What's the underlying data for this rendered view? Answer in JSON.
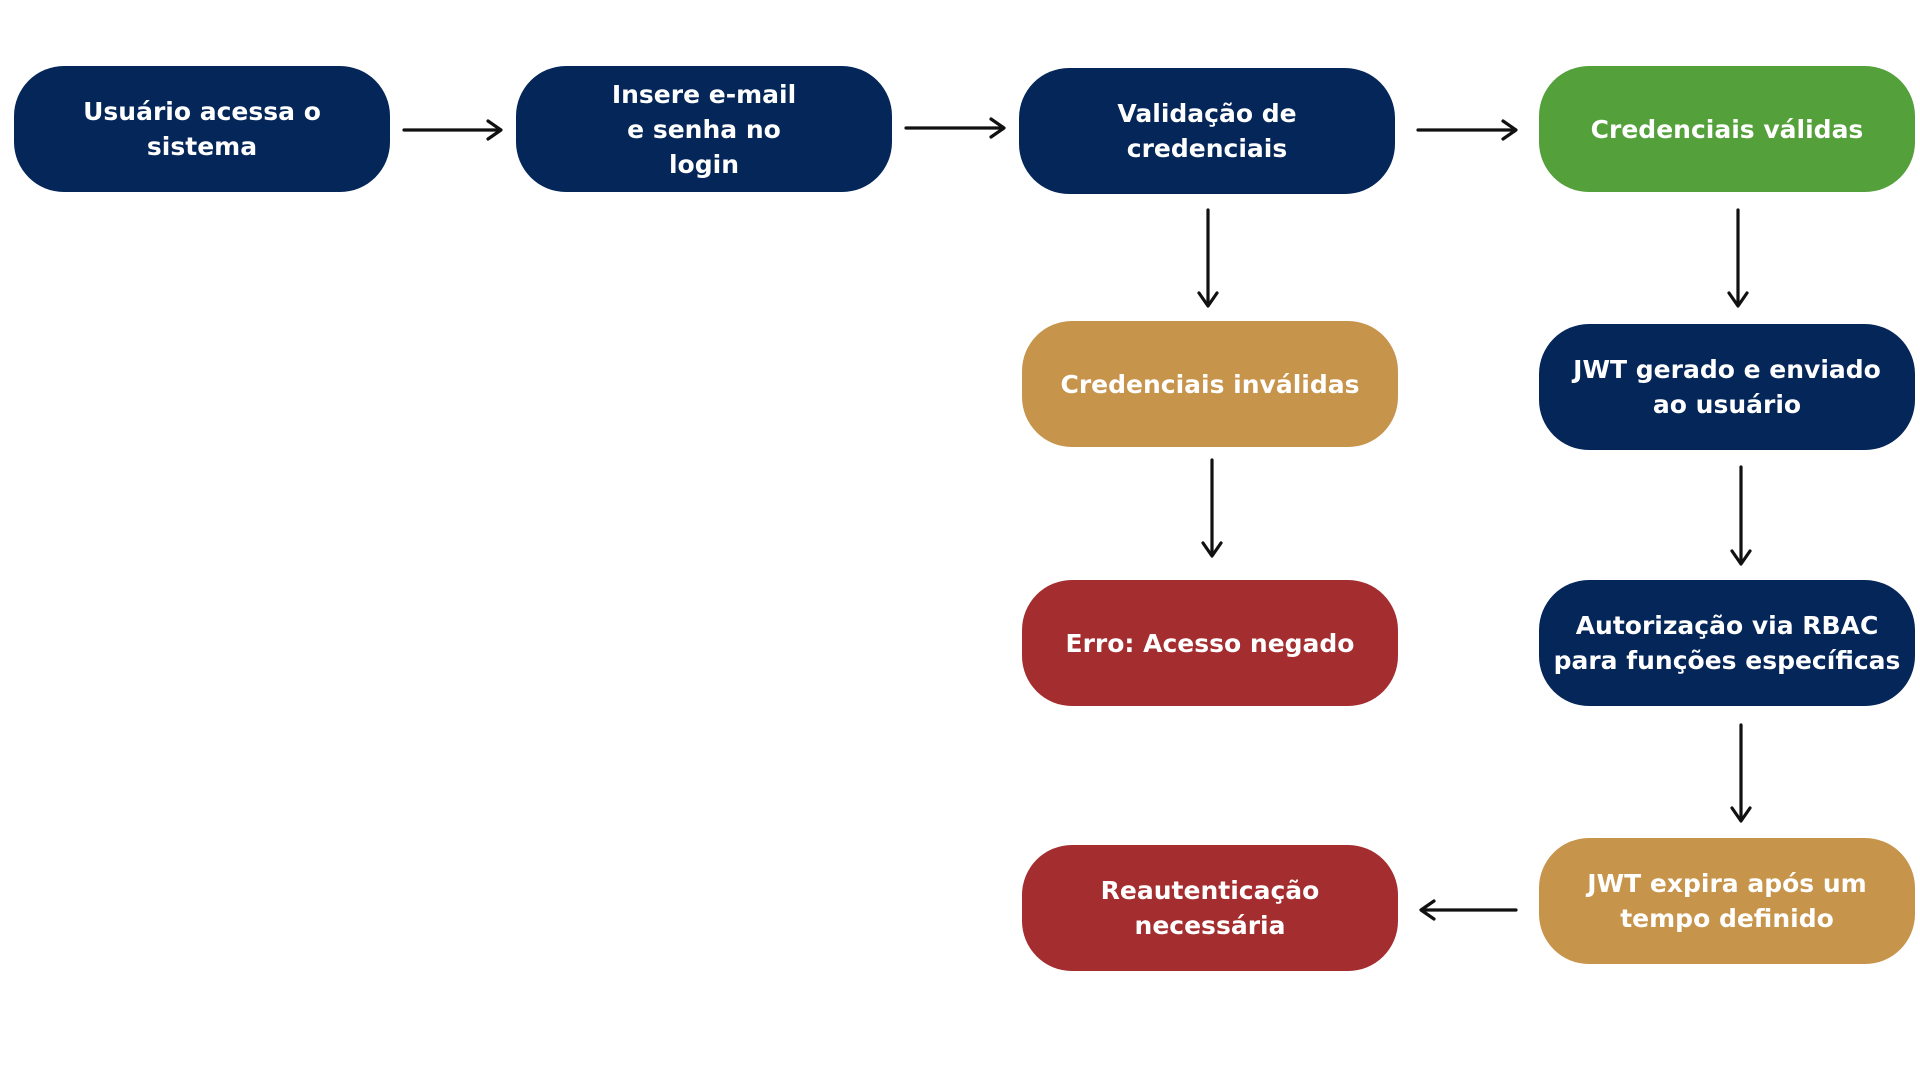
{
  "diagram": {
    "nodes": {
      "acesso": "Usuário acessa o sistema",
      "login": "Insere e-mail e senha no login",
      "validacao": "Validação de credenciais",
      "validas": "Credenciais válidas",
      "invalidas": "Credenciais inválidas",
      "jwt_gerado": "JWT gerado e enviado ao usuário",
      "erro": "Erro: Acesso negado",
      "rbac": "Autorização via RBAC para funções específicas",
      "reautenticacao": "Reautenticação necessária",
      "jwt_expira": "JWT expira após um tempo definido"
    },
    "colors": {
      "navy": "#052658",
      "green": "#54a03b",
      "gold": "#c6944b",
      "red": "#a42d30",
      "arrow": "#111111"
    }
  }
}
